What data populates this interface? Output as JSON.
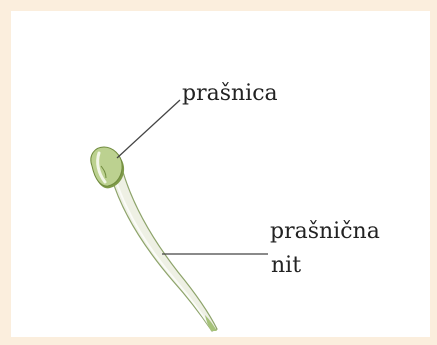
{
  "labels": {
    "anther": "prašnica",
    "filament_line1": "prašnična",
    "filament_line2": "nit"
  },
  "colors": {
    "border_background": "#fbeedd",
    "panel_background": "#ffffff",
    "filament_fill": "#eef0e4",
    "filament_outline": "#8da36a",
    "anther_fill": "#bcd190",
    "anther_shadow": "#7e9a49",
    "leader_line": "#444444",
    "label_text": "#222222"
  }
}
